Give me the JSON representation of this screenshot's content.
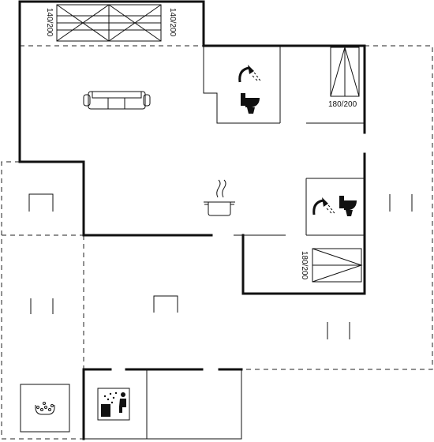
{
  "plan": {
    "bed_labels": {
      "upper_left": "140/200",
      "upper_right": "140/200",
      "bathroom_bed": "180/200",
      "middle_bed": "180/200"
    },
    "icons": [
      "sofa-icon",
      "cooking-pot-icon",
      "shower-icon",
      "toilet-icon",
      "sauna-icon",
      "hot-tub-icon"
    ]
  }
}
